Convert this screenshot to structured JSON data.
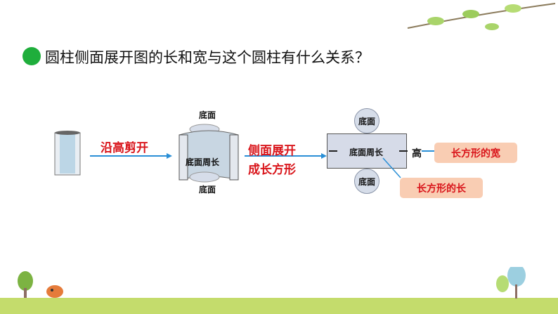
{
  "title": "圆柱侧面展开图的长和宽与这个圆柱有什么关系？",
  "step1": "沿高剪开",
  "step2_line1": "侧面展开",
  "step2_line2": "成长方形",
  "cyl": {
    "top": "底面",
    "middle": "底面周长",
    "bottom": "底面"
  },
  "rect": {
    "top": "底面",
    "middle": "底面周长",
    "bottom": "底面",
    "height": "高"
  },
  "labels": {
    "width": "长方形的宽",
    "length": "长方形的长"
  },
  "colors": {
    "accent": "#1fae3c",
    "red": "#d9151b",
    "arrow": "#2a8fd6",
    "label_bg": "#f9cdb3"
  }
}
